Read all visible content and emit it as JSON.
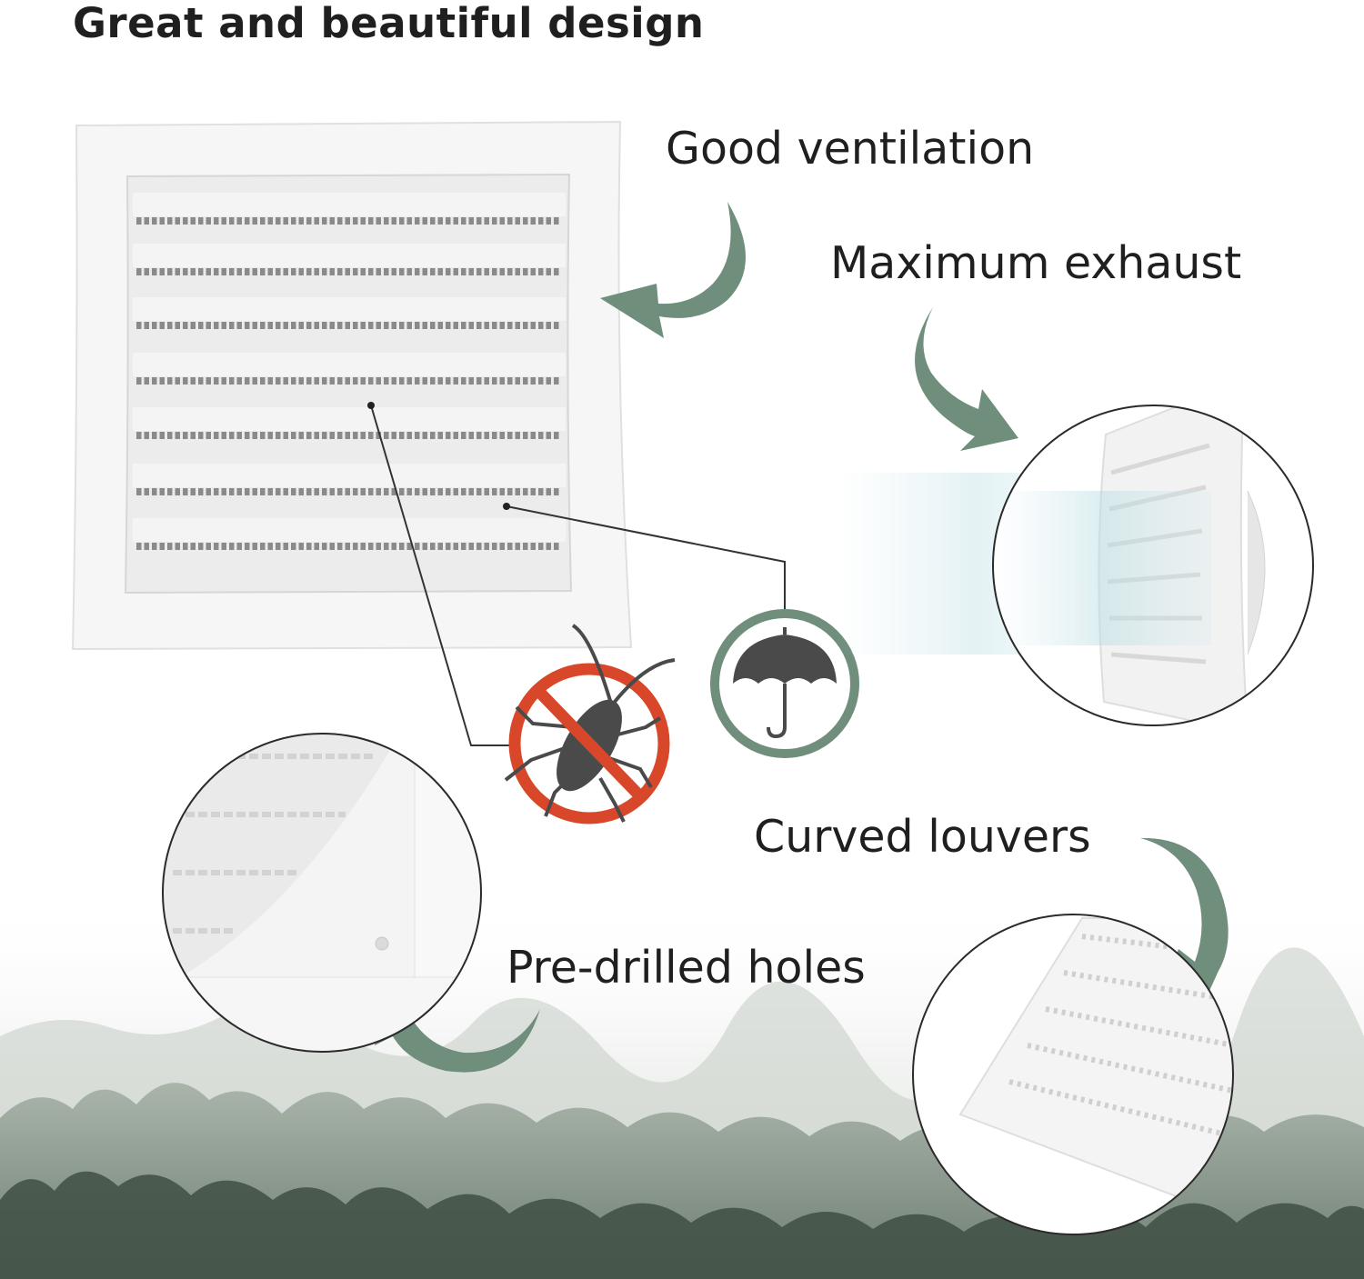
{
  "heading": "Great and beautiful design",
  "features": {
    "ventilation": "Good ventilation",
    "exhaust": "Maximum exhaust",
    "louvers": "Curved louvers",
    "holes": "Pre-drilled holes"
  },
  "icons": [
    "curved-arrow-icon",
    "no-insects-icon",
    "umbrella-icon"
  ],
  "colors": {
    "accent_green": "#6f8e7c",
    "no_sign_red": "#d9472b",
    "text": "#1f1f1f"
  }
}
